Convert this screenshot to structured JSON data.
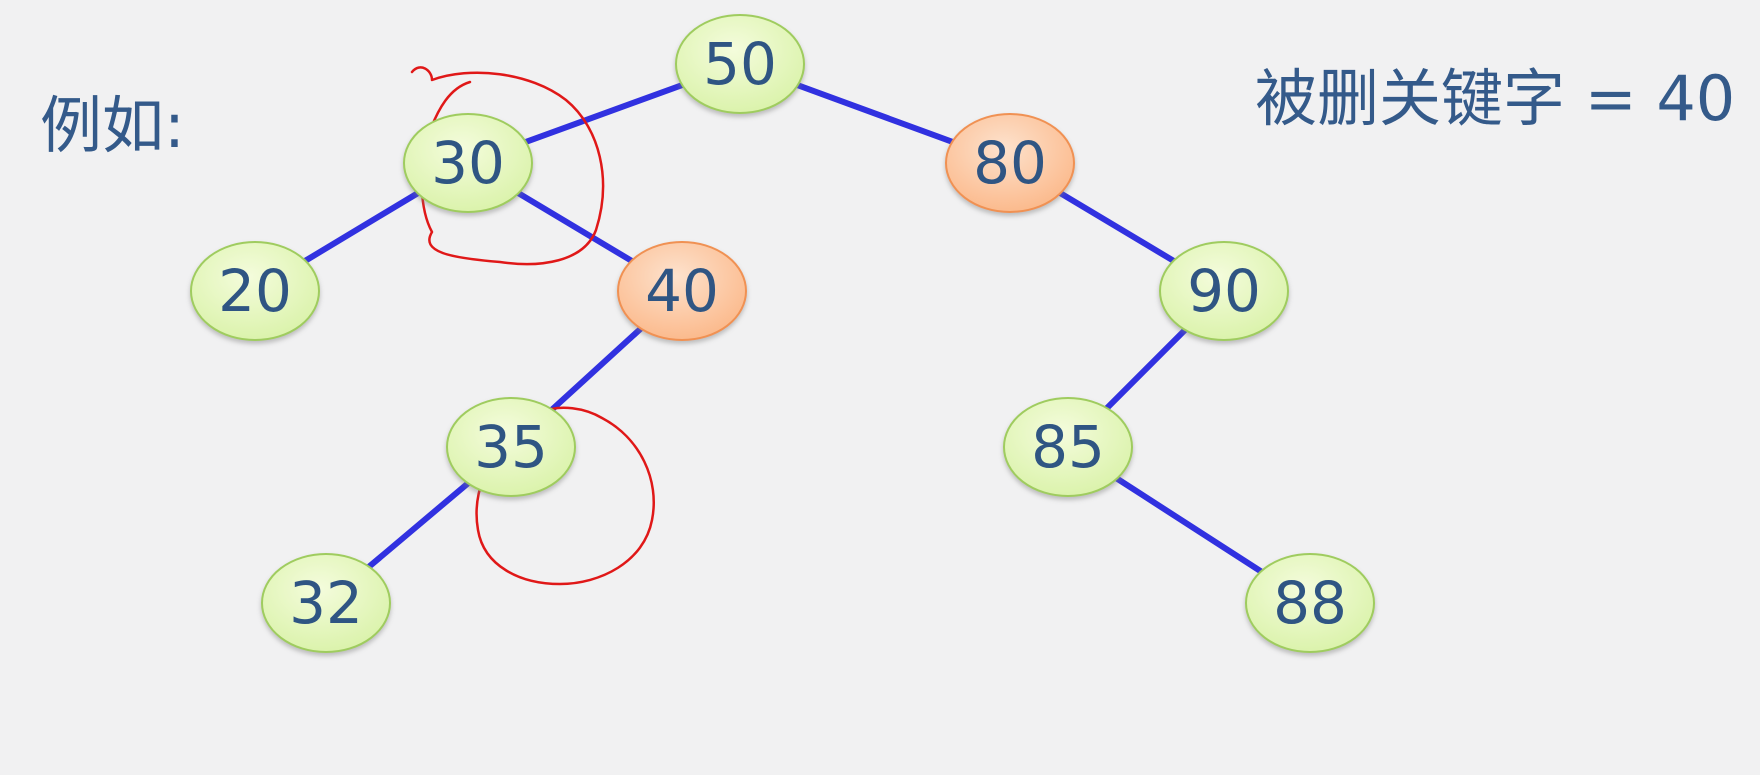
{
  "example_label": "例如:",
  "deleted_key_label": "被删关键字 = 40",
  "colors": {
    "normal_node_fill": "#d9f2a8",
    "normal_node_stroke": "#9fcc5e",
    "highlight_node_fill": "#fbb788",
    "highlight_node_stroke": "#f09152",
    "edge_color": "#3131e0",
    "annotation_color": "#e01818",
    "text_color": "#2f5583"
  },
  "nodes": [
    {
      "key": "50",
      "label": "50",
      "highlight": false
    },
    {
      "key": "30",
      "label": "30",
      "highlight": false
    },
    {
      "key": "80",
      "label": "80",
      "highlight": true
    },
    {
      "key": "20",
      "label": "20",
      "highlight": false
    },
    {
      "key": "40",
      "label": "40",
      "highlight": true
    },
    {
      "key": "90",
      "label": "90",
      "highlight": false
    },
    {
      "key": "35",
      "label": "35",
      "highlight": false
    },
    {
      "key": "85",
      "label": "85",
      "highlight": false
    },
    {
      "key": "32",
      "label": "32",
      "highlight": false
    },
    {
      "key": "88",
      "label": "88",
      "highlight": false
    }
  ],
  "edges": [
    [
      "50",
      "30"
    ],
    [
      "50",
      "80"
    ],
    [
      "30",
      "20"
    ],
    [
      "30",
      "40"
    ],
    [
      "40",
      "35"
    ],
    [
      "35",
      "32"
    ],
    [
      "80",
      "90"
    ],
    [
      "90",
      "85"
    ],
    [
      "85",
      "88"
    ]
  ],
  "circled_nodes": [
    "30",
    "35"
  ]
}
